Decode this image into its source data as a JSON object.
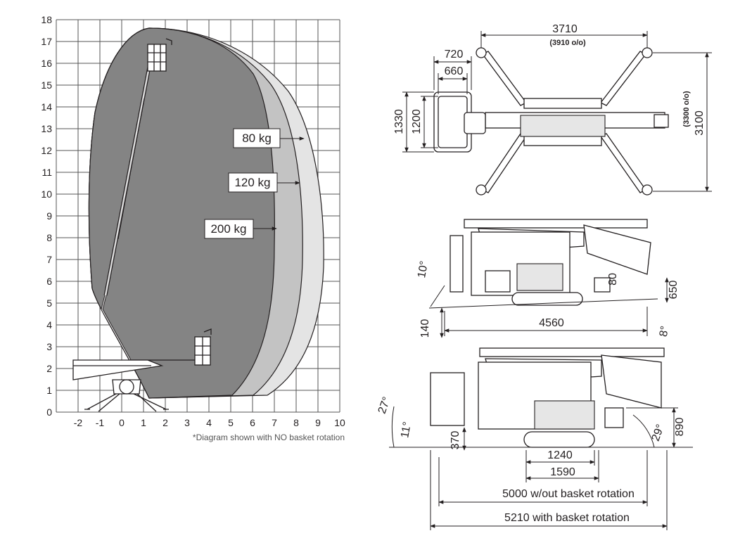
{
  "reach_chart": {
    "y_ticks": [
      "0",
      "1",
      "2",
      "3",
      "4",
      "5",
      "6",
      "7",
      "8",
      "9",
      "10",
      "11",
      "12",
      "13",
      "14",
      "15",
      "16",
      "17",
      "18"
    ],
    "x_ticks": [
      "-2",
      "-1",
      "0",
      "1",
      "2",
      "3",
      "4",
      "5",
      "6",
      "7",
      "8",
      "9",
      "10"
    ],
    "load_labels": [
      "80 kg",
      "120 kg",
      "200 kg"
    ],
    "note": "*Diagram shown with NO basket rotation"
  },
  "top_view": {
    "width_3710": "3710",
    "width_3910_note": "(3910 o/o)",
    "basket_720": "720",
    "basket_660": "660",
    "basket_1330": "1330",
    "basket_1200": "1200",
    "depth_3100": "3100",
    "depth_3300_note": "(3300 o/o)"
  },
  "side_view_1": {
    "angle_10": "10°",
    "dim_80": "80",
    "dim_650": "650",
    "dim_140": "140",
    "dim_4560": "4560",
    "angle_8": "8°"
  },
  "side_view_2": {
    "angle_27": "27°",
    "angle_11": "11°",
    "dim_370": "370",
    "angle_29": "29°",
    "dim_890": "890",
    "dim_1240": "1240",
    "dim_1590": "1590",
    "len_without": "5000 w/out basket rotation",
    "len_with": "5210 with basket rotation"
  },
  "colors": {
    "envelope_200": "#848484",
    "envelope_120": "#c3c3c3",
    "envelope_80": "#e4e4e4",
    "line": "#231f20"
  }
}
